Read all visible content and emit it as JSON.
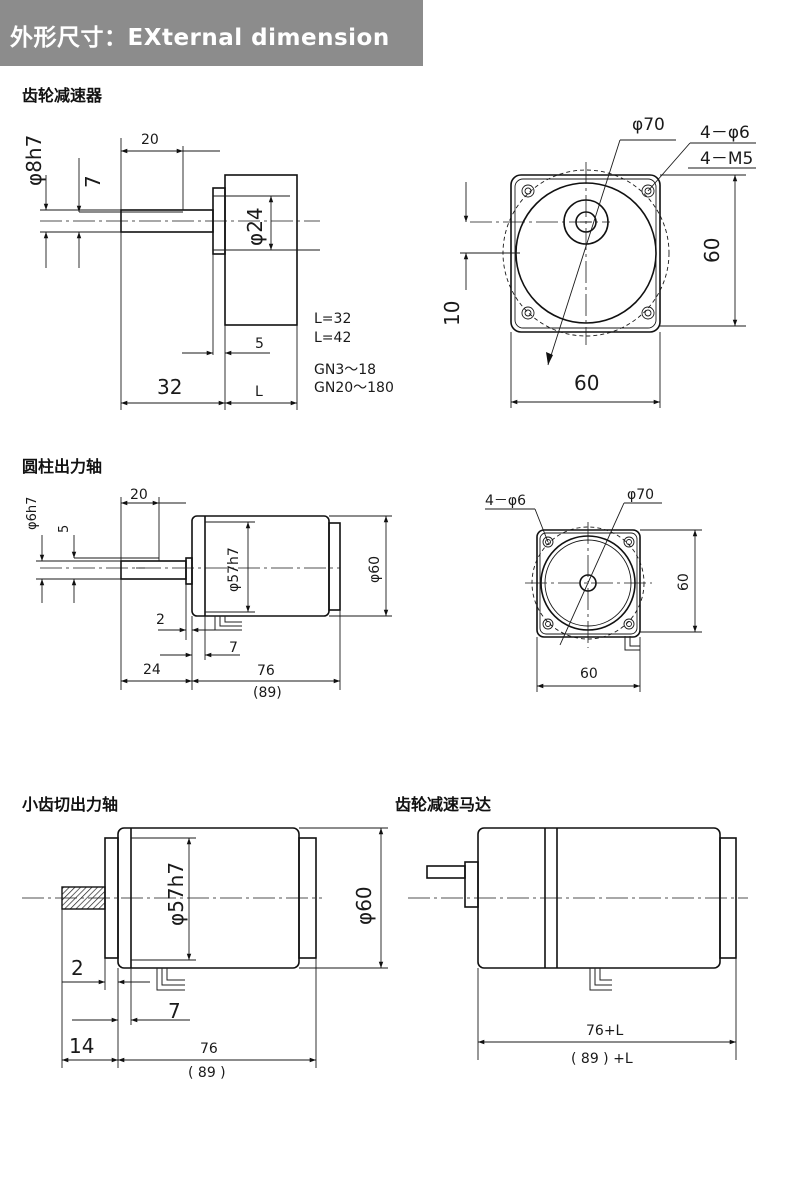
{
  "header": {
    "title": "外形尺寸：EXternal dimension"
  },
  "sections": {
    "gear_reducer": {
      "title": "齿轮减速器"
    },
    "round_shaft": {
      "title": "圆柱出力轴"
    },
    "small_gear_shaft": {
      "title": "小齿切出力轴"
    },
    "gear_reducer_motor": {
      "title": "齿轮减速马达"
    }
  },
  "dimensions": {
    "gr": {
      "phi8h7": "φ8h7",
      "d20": "20",
      "d7": "7",
      "phi24": "φ24",
      "l32": "L=32",
      "l42": "L=42",
      "gn1": "GN3～18",
      "gn2": "GN20～180",
      "d5": "5",
      "d32": "32",
      "dL": "L"
    },
    "grf": {
      "phi70": "φ70",
      "h1": "4－φ6",
      "h2": "4－M5",
      "d60v": "60",
      "d10": "10",
      "d60h": "60"
    },
    "rs": {
      "phi6h7": "φ6h7",
      "d20": "20",
      "d5": "5",
      "phi57h7": "φ57h7",
      "phi60": "φ60",
      "d2": "2",
      "d7": "7",
      "d24": "24",
      "d76": "76",
      "d89": "(89)"
    },
    "rsf": {
      "holes": "4－φ6",
      "phi70": "φ70",
      "d60v": "60",
      "d60h": "60"
    },
    "sg": {
      "phi57h7": "φ57h7",
      "phi60": "φ60",
      "d2": "2",
      "d7": "7",
      "d14": "14",
      "d76": "76",
      "d89": "( 89 )"
    },
    "gm": {
      "d76L": "76+L",
      "d89L": "( 89 ) +L"
    }
  }
}
